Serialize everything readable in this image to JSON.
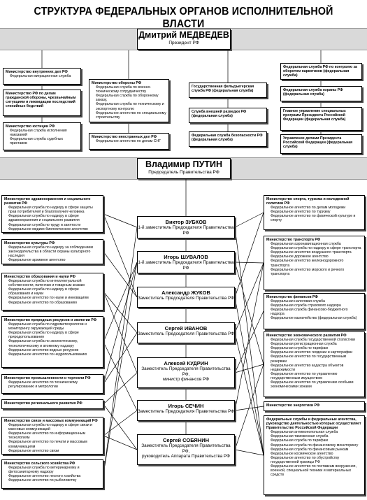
{
  "title": "СТРУКТУРА ФЕДЕРАЛЬНЫХ ОРГАНОВ ИСПОЛНИТЕЛЬНОЙ ВЛАСТИ",
  "president": {
    "name": "Дмитрий МЕДВЕДЕВ",
    "position": "Президент РФ"
  },
  "president_boxes": [
    {
      "head": "Министерство внутренних дел РФ",
      "items": [
        "Федеральная миграционная служба"
      ]
    },
    {
      "head": "Министерство РФ по делам гражданской обороны, чрезвычайным ситуациям и ликвидации последствий стихийных бедствий",
      "items": []
    },
    {
      "head": "Министерство юстиции РФ",
      "items": [
        "Федеральная служба исполнения наказаний",
        "Федеральная служба судебных приставов"
      ]
    },
    {
      "head": "Министерство обороны РФ",
      "items": [
        "Федеральная служба по военно-техническому сотрудничеству",
        "Федеральная служба по оборонному заказу,",
        "Федеральная служба по техническому и экспортному контролю",
        "Федеральное агентство по специальному строительству"
      ]
    },
    {
      "head": "Министерство иностранных дел РФ",
      "items": [
        "Федеральное агентство по делам СНГ"
      ]
    },
    {
      "head": "Государственная фельдъегерская служба РФ (федеральная служба)",
      "items": []
    },
    {
      "head": "Служба внешней разведки РФ (федеральная служба)",
      "items": []
    },
    {
      "head": "Федеральная служба безопасности РФ (федеральная служба)",
      "items": []
    },
    {
      "head": "Федеральная служба РФ по контролю за оборотом наркотиков (федеральная служба)",
      "items": []
    },
    {
      "head": "Федеральная служба охраны РФ (федеральная служба)",
      "items": []
    },
    {
      "head": "Главное управление специальных программ Президента Российской Федерации (федеральная служба)",
      "items": []
    },
    {
      "head": "Управление делами Президента Российской Федерации (федеральная служба)",
      "items": []
    }
  ],
  "premier": {
    "name": "Владимир ПУТИН",
    "position": "Председатель Правительства РФ"
  },
  "deputies": [
    {
      "name": "Виктор ЗУБКОВ",
      "position": "1-й заместитель Председателя Правительства РФ"
    },
    {
      "name": "Игорь ШУВАЛОВ",
      "position": "1-й заместитель Председателя Правительства РФ"
    },
    {
      "name": "Александр ЖУКОВ",
      "position": "Заместитель Председателя Правительства РФ"
    },
    {
      "name": "Сергей ИВАНОВ",
      "position": "Заместитель Председателя Правительства РФ"
    },
    {
      "name": "Алексей КУДРИН",
      "position": "Заместитель Председателя Правительства РФ,",
      "position2": "министр финансов РФ"
    },
    {
      "name": "Игорь СЕЧИН",
      "position": "Заместитель Председателя Правительства РФ"
    },
    {
      "name": "Сергей СОБЯНИН",
      "position": "Заместитель Председателя Правительства РФ,",
      "position2": "руководитель Аппарата Правительства РФ"
    }
  ],
  "left_ministries": [
    {
      "head": "Министерство здравоохранения и социального развития РФ",
      "items": [
        "Федеральная служба по надзору в сфере защиты прав потребителей и благополучия человека",
        "Федеральная служба по надзору в сфере здравоохранения и социального развития",
        "Федеральная служба по труду и занятости",
        "Федеральное медико-биологическое агентство"
      ]
    },
    {
      "head": "Министерство культуры РФ",
      "items": [
        "Федеральная служба по надзору за соблюдением законодательства в области охраны культурного наследия",
        "Федеральное архивное агентство"
      ]
    },
    {
      "head": "Министерство образования и науки РФ",
      "items": [
        "Федеральная служба по интеллектуальной собственности, патентам и товарным знакам",
        "Федеральная служба по надзору в сфере образования и науки",
        "Федеральное агентство по науке и инновациям",
        "Федеральное агентство по образованию"
      ]
    },
    {
      "head": "Министерство природных ресурсов и экологии РФ",
      "items": [
        "Федеральная служба по гидрометеорологии и мониторингу окружающей среды",
        "Федеральная служба по надзору в сфере природопользования",
        "Федеральная служба по экологическому, технологическому и атомному надзору",
        "Федеральное агентство водных ресурсов",
        "Федеральное агентство по недропользованию"
      ]
    },
    {
      "head": "Министерство промышленности и торговли РФ",
      "items": [
        "Федеральное агентство по техническому регулированию и метрологии"
      ]
    },
    {
      "head": "Министерство регионального развития РФ",
      "items": []
    },
    {
      "head": "Министерство связи и массовых коммуникаций РФ",
      "items": [
        "Федеральная служба по надзору в сфере связи и массовых коммуникаций",
        "Федеральное агентство по информационным технологиям",
        "Федеральное агентство по печати и массовым коммуникациям",
        "Федеральное агентство связи"
      ]
    },
    {
      "head": "Министерство сельского хозяйства РФ",
      "items": [
        "Федеральная служба по ветеринарному и фитосанитарному надзору",
        "Федеральное агентство лесного хозяйства",
        "Федеральное агентство по рыболовству"
      ]
    }
  ],
  "right_ministries": [
    {
      "head": "Министерство спорта, туризма и молодежной политики РФ",
      "items": [
        "Федеральное агентство по делам молодежи",
        "Федеральное агентство по туризму",
        "Федеральное агентство по физической культуре и спорту"
      ]
    },
    {
      "head": "Министерство транспорта РФ",
      "items": [
        "Федеральная аэронавигационная служба",
        "Федеральная служба по надзору в сфере транспорта",
        "Федеральное агентство воздушного транспорта",
        "Федеральное дорожное агентство",
        "Федеральное агентство железнодорожного транспорта",
        "Федеральное агентство морского и речного транспорта"
      ]
    },
    {
      "head": "Министерство финансов РФ",
      "items": [
        "Федеральная налоговая служба",
        "Федеральная служба страхового надзора",
        "Федеральная служба финансово-бюджетного надзора",
        "Федеральное казначейство (федеральная служба)"
      ]
    },
    {
      "head": "Министерство экономического развития РФ",
      "items": [
        "Федеральная служба государственной статистики",
        "Федеральная регистрационная служба",
        "Федеральная служба по тарифам",
        "Федеральное агентство геодезии и картографии",
        "Федеральное агентство по государственным резервам",
        "Федеральное агентство кадастра объектов недвижимости",
        "Федеральное агентство по управлению государственным имуществом",
        "Федеральное агентство по управлению особыми экономическими зонами"
      ]
    },
    {
      "head": "Министерство энергетики РФ",
      "items": []
    },
    {
      "head": "Федеральные службы и федеральные агентства, руководство деятельностью которых осуществляет Правительство Российской Федерации",
      "items": [
        "Федеральная антимонопольная служба",
        "Федеральная таможенная служба",
        "Федеральная служба по тарифам",
        "Федеральная служба по финансовому мониторингу",
        "Федеральная служба по финансовым рынкам",
        "Федеральное космическое агентство",
        "Федеральное агентство по обустройству государственной границы РФ",
        "Федеральное агентство по поставкам вооружения, военной, специальной техники и материальных средств"
      ]
    }
  ]
}
